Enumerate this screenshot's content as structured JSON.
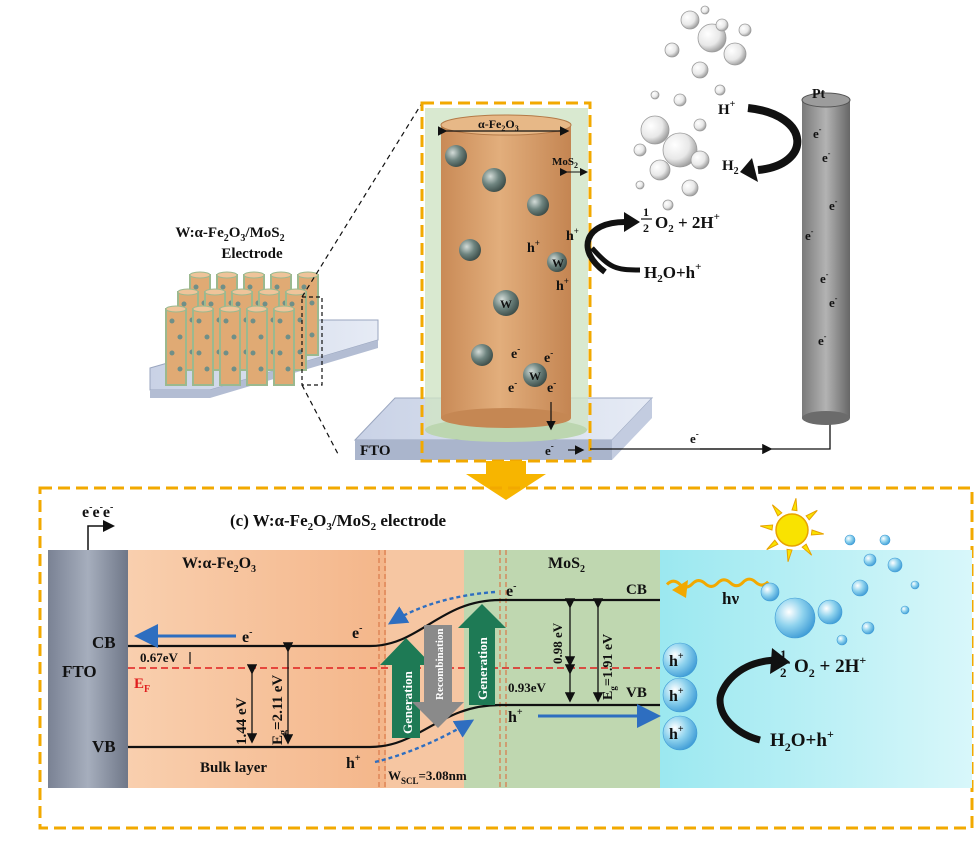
{
  "top": {
    "electrode_label_line1": "W:α-Fe",
    "electrode_label_sub1": "2",
    "electrode_label_mid": "O",
    "electrode_label_sub2": "3",
    "electrode_label_tail": "/MoS",
    "electrode_label_sub3": "2",
    "electrode_label_line2": "Electrode",
    "rod_label": "α-Fe",
    "rod_label_sub1": "2",
    "rod_label_o": "O",
    "rod_label_sub2": "3",
    "mos2_label": "MoS",
    "mos2_sub": "2",
    "w_atom": "W",
    "h_plus": "h",
    "plus": "+",
    "e_minus": "e",
    "minus": "-",
    "fto": "FTO",
    "pt": "Pt",
    "h_ion": "H",
    "h2": "H",
    "h2_sub": "2",
    "half_num": "1",
    "half_den": "2",
    "o2_text": "O",
    "o2_sub": "2",
    "o2_tail": " + 2H",
    "water": "H",
    "water_sub": "2",
    "water_tail": "O+h"
  },
  "bottom": {
    "title_prefix": "(c) W:α-Fe",
    "title_sub1": "2",
    "title_o": "O",
    "title_sub2": "3",
    "title_tail": "/MoS",
    "title_sub3": "2",
    "title_end": " electrode",
    "top_electrons": "e",
    "fto": "FTO",
    "cb": "CB",
    "vb": "VB",
    "ef": "E",
    "ef_sub": "F",
    "w_fe2o3": "W:α-Fe",
    "w_fe2o3_sub1": "2",
    "w_fe2o3_o": "O",
    "w_fe2o3_sub2": "3",
    "mos2": "MoS",
    "mos2_sub": "2",
    "gap_067": "0.67eV",
    "gap_144": "1.44 eV",
    "eg_fe": "E",
    "eg_fe_sub": "g",
    "eg_fe_val": "=2.11 eV",
    "bulk": "Bulk layer",
    "wscl": "W",
    "wscl_sub": "SCL",
    "wscl_val": "=3.08nm",
    "generation": "Generation",
    "recombination": "Recombination",
    "gap_098": "0.98 eV",
    "gap_093": "0.93eV",
    "eg_mos": "E",
    "eg_mos_sub": "g",
    "eg_mos_val": "=1.91 eV",
    "hv": "hν",
    "half_num": "1",
    "half_den": "2",
    "o2": "O",
    "o2_sub": "2",
    "o2_tail": " + 2H",
    "water": "H",
    "water_sub": "2",
    "water_tail": "O+h"
  },
  "colors": {
    "dash_orange": "#F2A900",
    "rod_fill": "#D9A06A",
    "green_film": "#CFE3C4",
    "arrow_orange": "#F7B500",
    "fto_gray": "#8C93A3",
    "fe_orange": "#F7C39C",
    "mos_green": "#B8D3A7",
    "water_cyan": "#8FE3EC",
    "gen_green": "#1E7A55",
    "recomb_gray": "#8A8A8A",
    "ef_red": "#E01E1E",
    "blue_arrow": "#2E6EC0"
  }
}
